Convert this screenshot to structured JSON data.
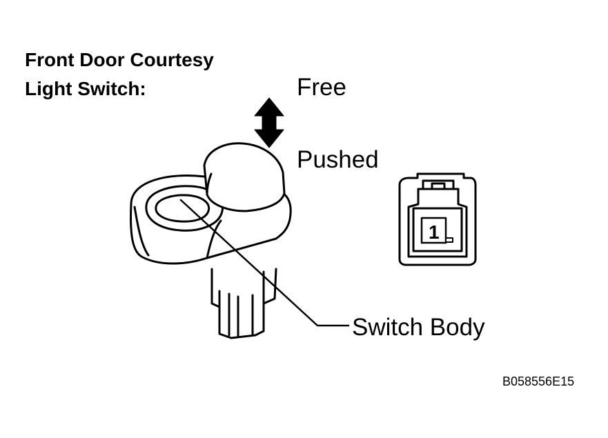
{
  "diagram": {
    "title_line1": "Front Door Courtesy",
    "title_line2": "Light Switch:",
    "state_free": "Free",
    "state_pushed": "Pushed",
    "switch_body_label": "Switch Body",
    "connector_pin": "1",
    "figure_code": "B058556E15"
  }
}
